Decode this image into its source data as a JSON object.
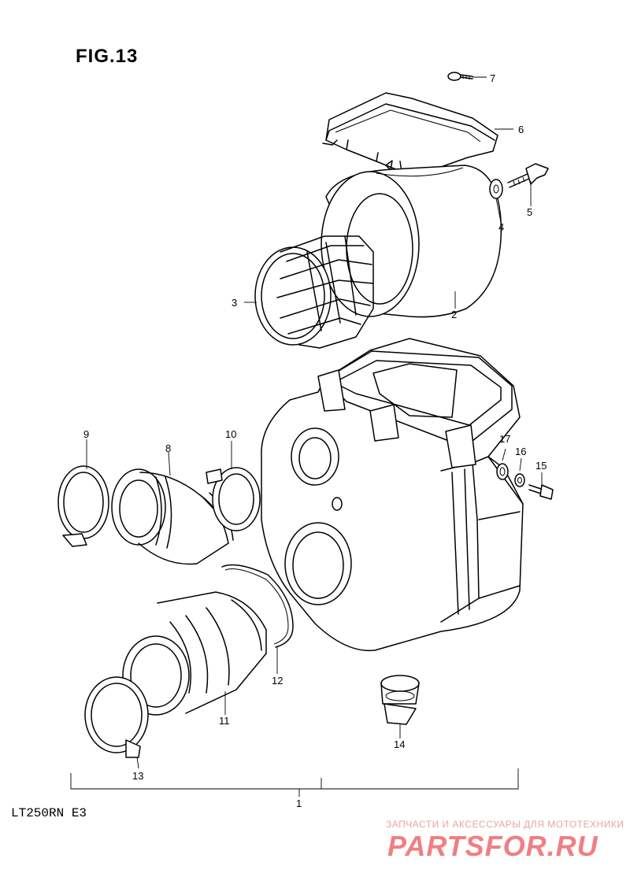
{
  "figure": {
    "title": "FIG.13",
    "model": "LT250RN E3"
  },
  "callouts": {
    "c1": "1",
    "c2": "2",
    "c3": "3",
    "c4": "4",
    "c5": "5",
    "c6": "6",
    "c7": "7",
    "c8": "8",
    "c9": "9",
    "c10": "10",
    "c11": "11",
    "c12": "12",
    "c13": "13",
    "c14": "14",
    "c15": "15",
    "c16": "16",
    "c17": "17"
  },
  "watermark": {
    "tagline": "ЗАПЧАСТИ И АКСЕССУАРЫ ДЛЯ МОТОТЕХНИКИ",
    "logo": "PARTSFOR.RU",
    "logo_color": "#f07f82",
    "tagline_color": "#e9a3a6"
  }
}
